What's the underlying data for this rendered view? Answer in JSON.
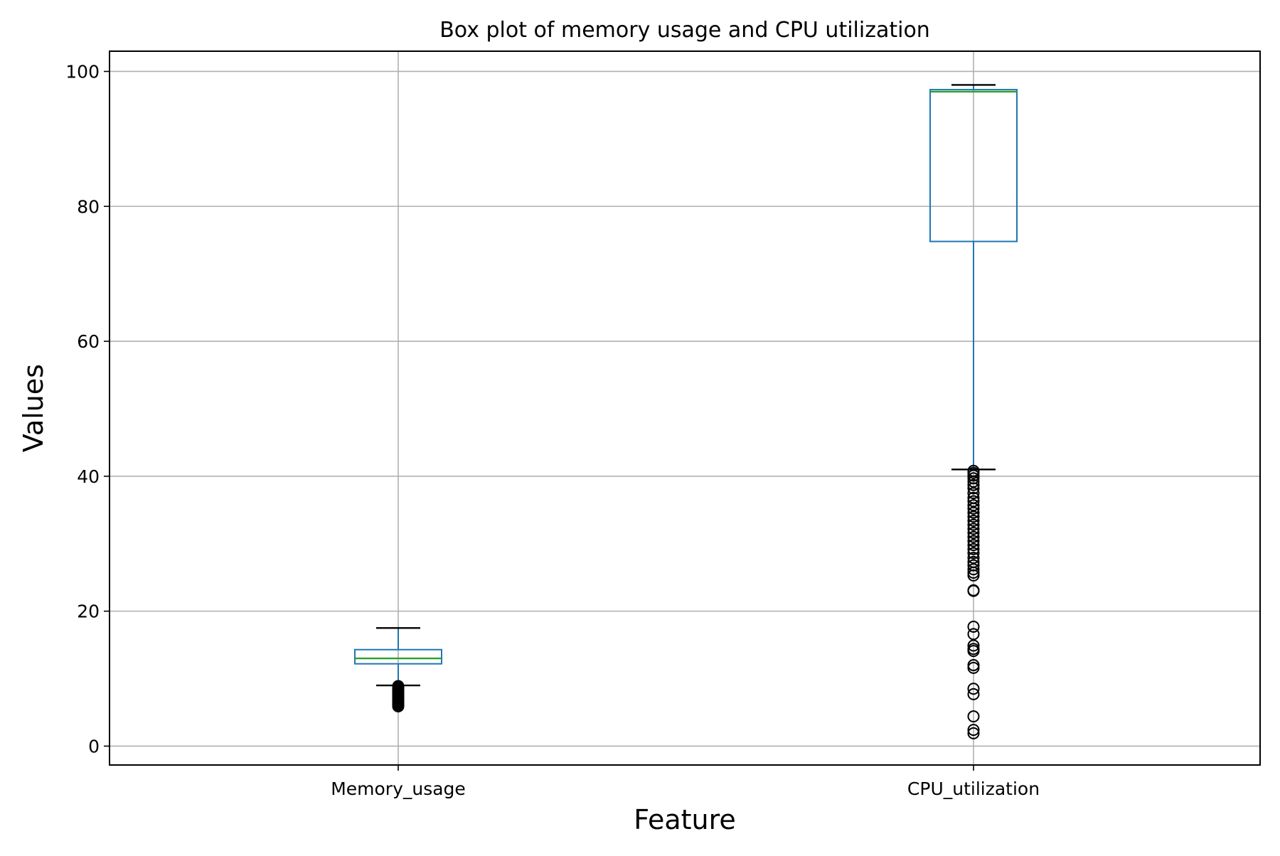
{
  "chart_data": {
    "type": "box",
    "title": "Box plot of memory usage and CPU utilization",
    "xlabel": "Feature",
    "ylabel": "Values",
    "ylim": [
      -2.8,
      103
    ],
    "yticks": [
      0,
      20,
      40,
      60,
      80,
      100
    ],
    "grid": true,
    "categories": [
      "Memory_usage",
      "CPU_utilization"
    ],
    "boxes": [
      {
        "label": "Memory_usage",
        "whisker_low": 9.0,
        "q1": 12.2,
        "median": 13.0,
        "q3": 14.3,
        "whisker_high": 17.5,
        "outliers": [
          8.9,
          8.7,
          8.5,
          8.3,
          8.1,
          7.9,
          7.7,
          7.5,
          7.3,
          7.1,
          6.9,
          6.7,
          6.5,
          6.3,
          6.1,
          5.9
        ]
      },
      {
        "label": "CPU_utilization",
        "whisker_low": 41.0,
        "q1": 74.8,
        "median": 97.0,
        "q3": 97.3,
        "whisker_high": 98.0,
        "outliers": [
          40.8,
          40.5,
          40.1,
          39.7,
          39.2,
          38.7,
          38.2,
          37.5,
          36.8,
          36.3,
          35.7,
          35.2,
          34.6,
          34.0,
          33.4,
          32.8,
          32.2,
          31.6,
          31.0,
          30.4,
          29.8,
          29.2,
          28.6,
          27.9,
          27.3,
          26.8,
          26.2,
          25.7,
          25.3,
          23.1,
          23.0,
          17.7,
          16.6,
          14.9,
          14.4,
          14.1,
          12.0,
          11.6,
          8.5,
          7.7,
          4.4,
          2.4,
          1.9
        ]
      }
    ],
    "colors": {
      "box": "#1f77b4",
      "median": "#2ca02c",
      "cap": "#000000",
      "outlier": "#000000",
      "grid": "#b0b0b0",
      "axes": "#000000"
    }
  }
}
